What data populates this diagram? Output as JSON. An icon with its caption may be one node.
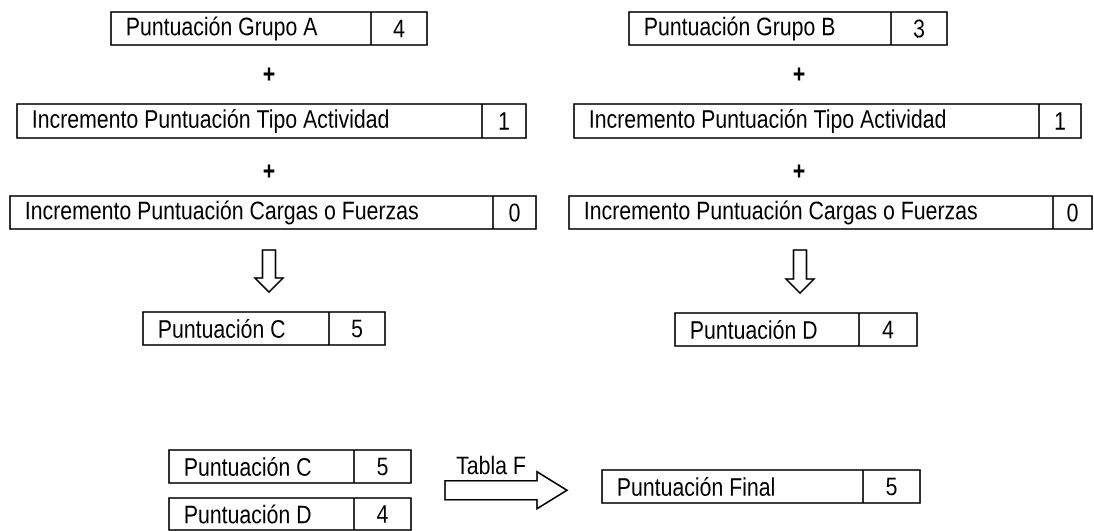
{
  "diagram": {
    "nodes": [
      {
        "text": [
          "Puntuación Grupo A",
          "4"
        ]
      },
      {
        "text": [
          "Puntuación Grupo B",
          "3"
        ]
      },
      {
        "text": [
          "Incremento Puntuación Tipo Actividad",
          "1"
        ]
      },
      {
        "text": [
          "Incremento Puntuación Tipo Actividad",
          "1"
        ]
      },
      {
        "text": [
          "Incremento Puntuación Cargas o Fuerzas",
          "0"
        ]
      },
      {
        "text": [
          "Incremento Puntuación Cargas o Fuerzas",
          "0"
        ]
      },
      {
        "text": [
          "Puntuación C",
          "5"
        ]
      },
      {
        "text": [
          "Puntuación D",
          "4"
        ]
      },
      {
        "text": [
          "Puntuación C",
          "5"
        ]
      },
      {
        "text": [
          "Puntuación D",
          "4"
        ]
      },
      {
        "text": [
          "Puntuación Final",
          "5"
        ]
      }
    ],
    "edges": [
      {
        "from": 4,
        "to": 6,
        "arrow": "to"
      },
      {
        "from": 5,
        "to": 7,
        "arrow": "to"
      },
      {
        "from": 8,
        "to": 10,
        "arrow": "to",
        "label": "Tabla F"
      },
      {
        "from": 9,
        "to": 10,
        "arrow": "to"
      }
    ],
    "labels": [
      "+",
      "+",
      "+",
      "+"
    ]
  }
}
